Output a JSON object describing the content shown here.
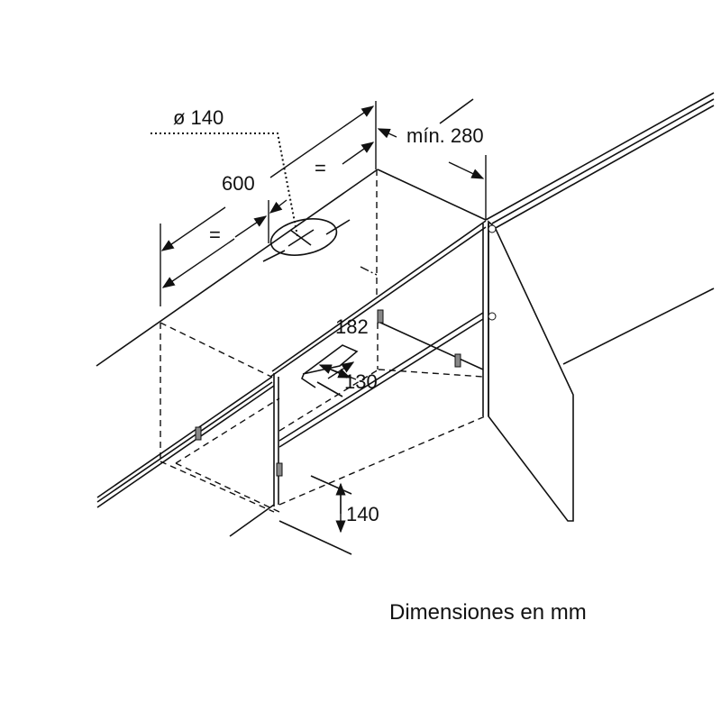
{
  "diagram": {
    "labels": {
      "diameter": "ø 140",
      "width": "600",
      "equal_left": "=",
      "equal_right": "=",
      "min_distance": "mín. 280",
      "cutout_depth": "182",
      "cutout_offset": "130",
      "bottom_height": "140"
    },
    "caption": "Dimensiones en mm",
    "line_color": "#111111"
  }
}
